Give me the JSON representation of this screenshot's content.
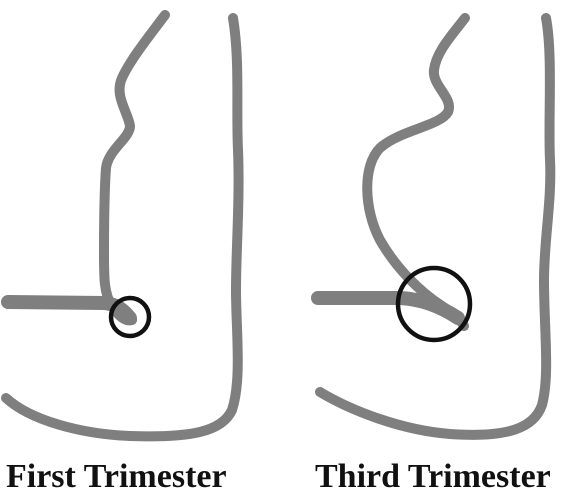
{
  "colors": {
    "outline": "#7f7f7f",
    "marker": "#111111",
    "caption": "#111111",
    "background": "#ffffff"
  },
  "panels": [
    {
      "id": "first",
      "caption": "First Trimester"
    },
    {
      "id": "third",
      "caption": "Third Trimester"
    }
  ]
}
